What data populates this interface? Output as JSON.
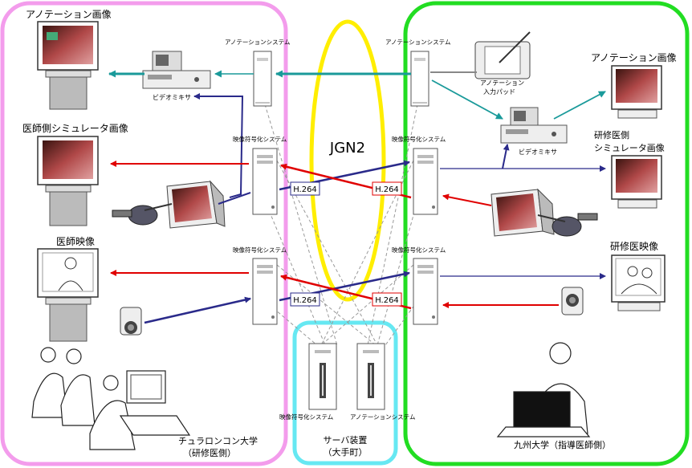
{
  "colors": {
    "left_region": "#f39cec",
    "right_region": "#22dd22",
    "server_region": "#66e8f2",
    "jgn_ellipse": "#ffee00",
    "arrow_red": "#e00000",
    "arrow_blue": "#2a2a8a",
    "arrow_teal": "#1a9a9a",
    "dashed_line": "#999999"
  },
  "left": {
    "site_label_1": "チュラロンコン大学",
    "site_label_2": "（研修医側）",
    "annotation_image": "アノテーション画像",
    "doctor_sim_image": "医師側シミュレータ画像",
    "doctor_video": "医師映像",
    "video_mixer": "ビデオミキサ",
    "annotation_system": "アノテーションシステム",
    "encoder_top": "映像符号化システム",
    "encoder_bottom": "映像符号化システム"
  },
  "right": {
    "site_label": "九州大学（指導医師側）",
    "annotation_image": "アノテーション画像",
    "trainee_sim_image_1": "研修医側",
    "trainee_sim_image_2": "シミュレータ画像",
    "trainee_video": "研修医映像",
    "video_mixer": "ビデオミキサ",
    "annotation_pad_1": "アノテーション",
    "annotation_pad_2": "入力パッド",
    "annotation_system": "アノテーションシステム",
    "encoder_top": "映像符号化システム",
    "encoder_bottom": "映像符号化システム"
  },
  "network": {
    "name": "JGN2",
    "codec_1": "H.264",
    "codec_2": "H.264",
    "codec_3": "H.264",
    "codec_4": "H.264"
  },
  "server": {
    "label_1": "サーバ装置",
    "label_2": "（大手町）",
    "encoder": "映像符号化システム",
    "annotation": "アノテーションシステム"
  }
}
